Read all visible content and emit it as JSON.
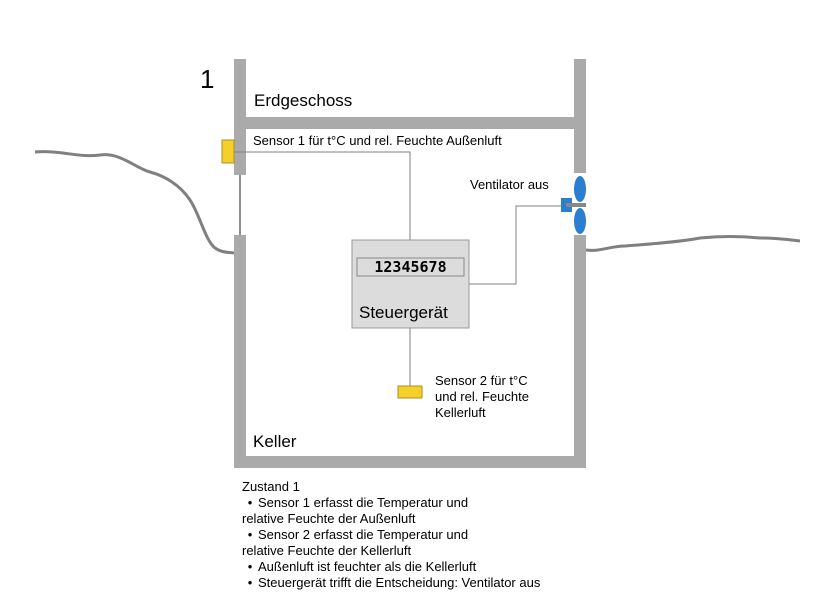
{
  "state_number": "1",
  "labels": {
    "upper_floor": "Erdgeschoss",
    "basement": "Keller",
    "sensor1": "Sensor 1 für t°C und rel. Feuchte Außenluft",
    "sensor2_lines": [
      "Sensor 2 für t°C",
      "und rel. Feuchte",
      "Kellerluft"
    ],
    "fan": "Ventilator aus",
    "controller": "Steuergerät",
    "display": "12345678"
  },
  "description": {
    "title": "Zustand 1",
    "bullets": [
      {
        "line1": "Sensor 1 erfasst die Temperatur und",
        "line2": "relative Feuchte der Außenluft"
      },
      {
        "line1": "Sensor 2 erfasst die Temperatur und",
        "line2": "relative Feuchte der Kellerluft"
      },
      {
        "line1": "Außenluft ist feuchter als die Kellerluft"
      },
      {
        "line1": "Steuergerät trifft die Entscheidung:  Ventilator aus"
      }
    ]
  },
  "colors": {
    "wall": "#aaaaaa",
    "sensor": "#f5cf2a",
    "fan": "#2a7fd0",
    "controller": "#dcdcdc",
    "ground": "#808080"
  }
}
